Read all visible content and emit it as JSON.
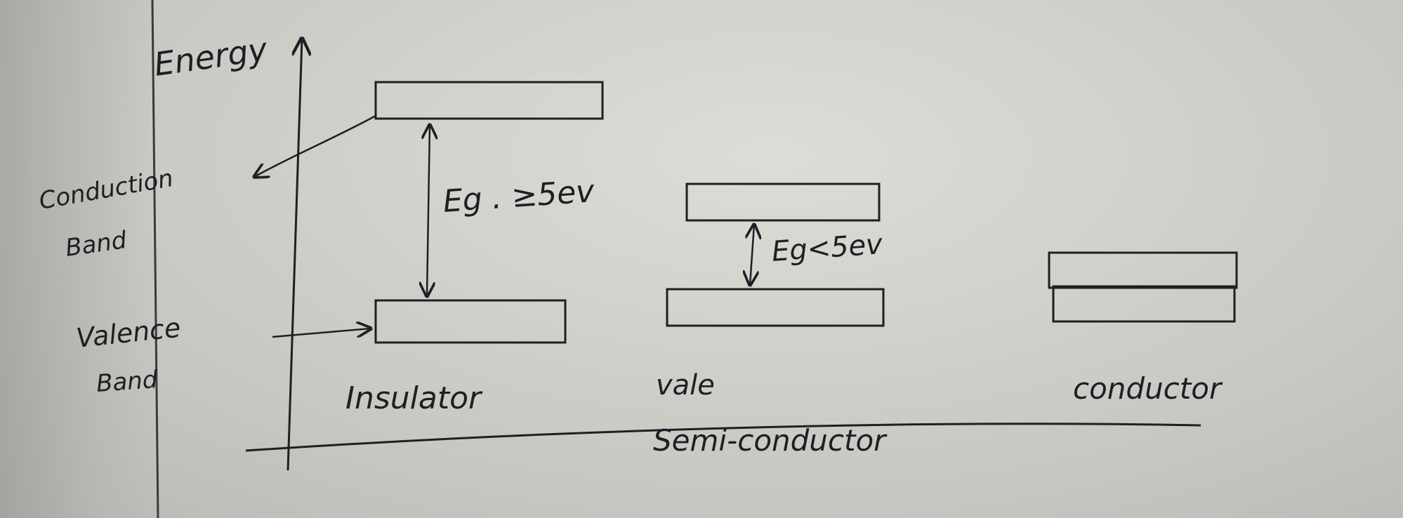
{
  "axis": {
    "label": "Energy"
  },
  "labels": {
    "conduction_band": [
      "Conduction",
      "Band"
    ],
    "valence_band": [
      "Valence",
      "Band"
    ]
  },
  "materials": {
    "insulator": {
      "name": "Insulator",
      "gap_label": "Eg . ≥5ev"
    },
    "semiconductor": {
      "name_top": "vale",
      "name": "Semi-conductor",
      "gap_label": "Eg<5ev"
    },
    "conductor": {
      "name": "conductor"
    }
  }
}
